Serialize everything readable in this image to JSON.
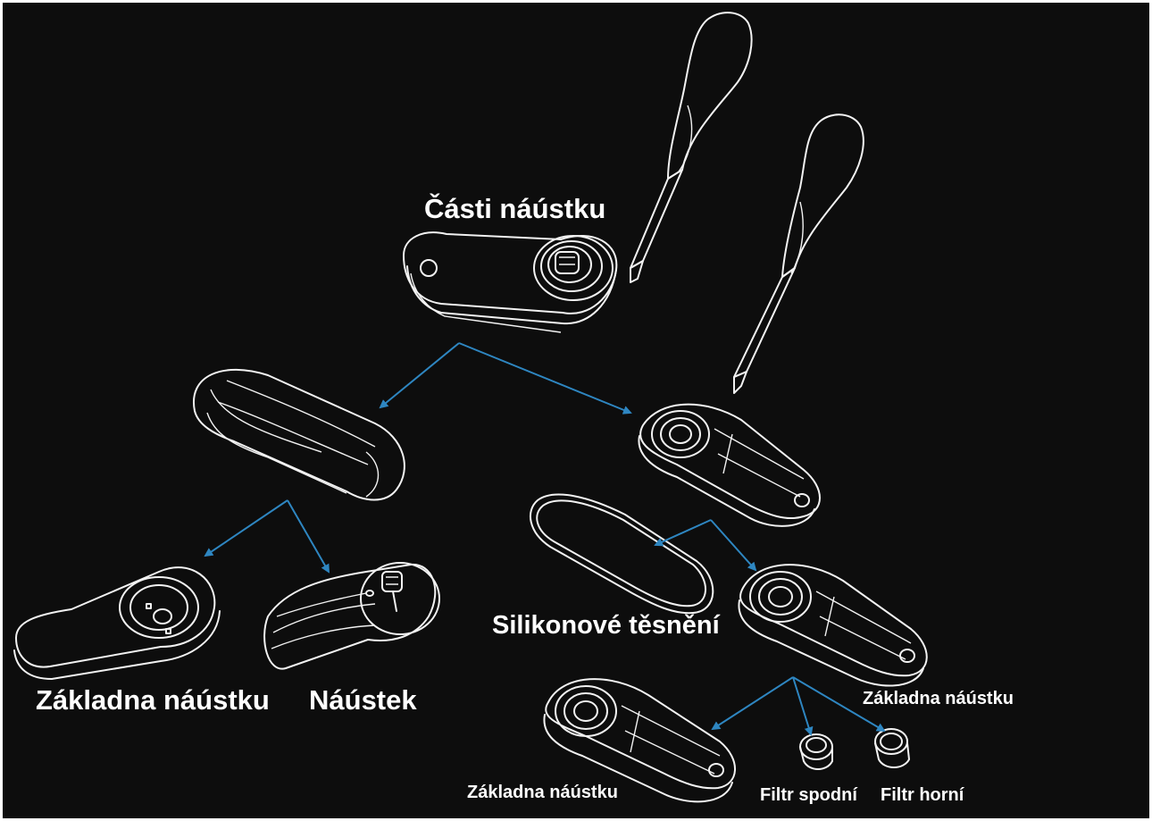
{
  "labels": {
    "parts_title": "Části náústku",
    "base_left": "Základna náústku",
    "mouthpiece": "Náústek",
    "silicone_seal": "Silikonové těsnění",
    "base_right": "Základna náústku",
    "base_bottom": "Základna náústku",
    "filter_bottom": "Filtr spodní",
    "filter_top": "Filtr horní"
  },
  "colors": {
    "background": "#0d0d0d",
    "outline": "#f2f2f2",
    "arrow": "#2e86c1",
    "label": "#ffffff"
  },
  "icons": [
    "screwdriver-icon",
    "screwdriver-icon"
  ]
}
